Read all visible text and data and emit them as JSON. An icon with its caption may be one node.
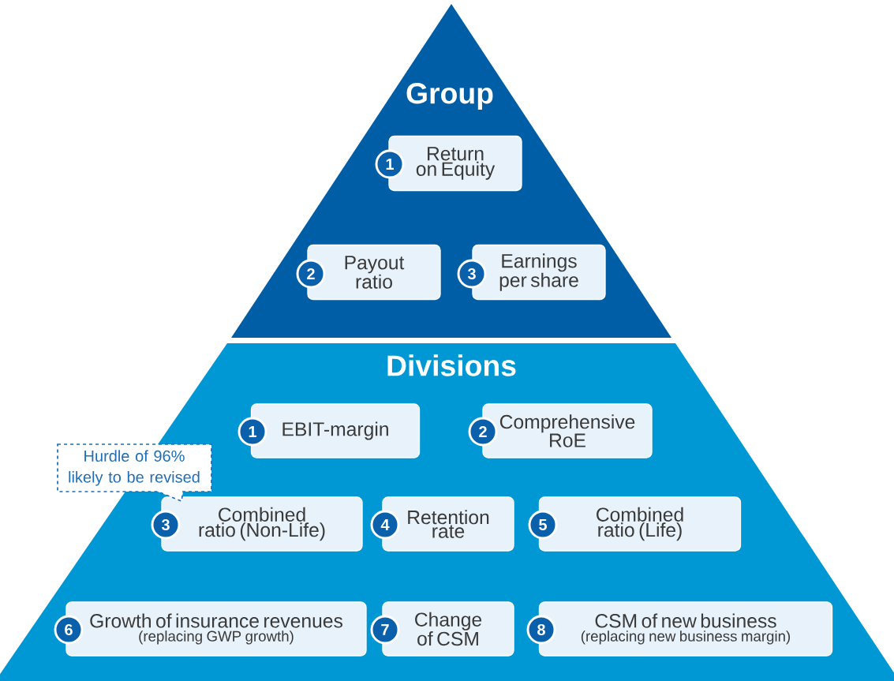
{
  "diagram": {
    "nodes": [
      {
        "text": [
          "Group"
        ]
      },
      {
        "text": [
          "1",
          "Return on Equity"
        ],
        "in": 0
      },
      {
        "text": [
          "2",
          "Payout ratio"
        ],
        "in": 0
      },
      {
        "text": [
          "3",
          "Earnings per share"
        ],
        "in": 0
      },
      {
        "text": [
          "Divisions"
        ]
      },
      {
        "text": [
          "1",
          "EBIT-margin"
        ],
        "in": 4
      },
      {
        "text": [
          "2",
          "Comprehensive RoE"
        ],
        "in": 4
      },
      {
        "text": [
          "3",
          "Combined ratio (Non-Life)"
        ],
        "in": 4
      },
      {
        "text": [
          "4",
          "Retention rate"
        ],
        "in": 4
      },
      {
        "text": [
          "5",
          "Combined ratio (Life)"
        ],
        "in": 4
      },
      {
        "text": [
          "6",
          "Growth of insurance revenues",
          "(replacing GWP growth)"
        ],
        "in": 4
      },
      {
        "text": [
          "7",
          "Change of CSM"
        ],
        "in": 4
      },
      {
        "text": [
          "8",
          "CSM of new business",
          "(replacing new business margin)"
        ],
        "in": 4
      },
      {
        "text": [
          "Hurdle of 96% likely to be revised"
        ]
      }
    ]
  }
}
